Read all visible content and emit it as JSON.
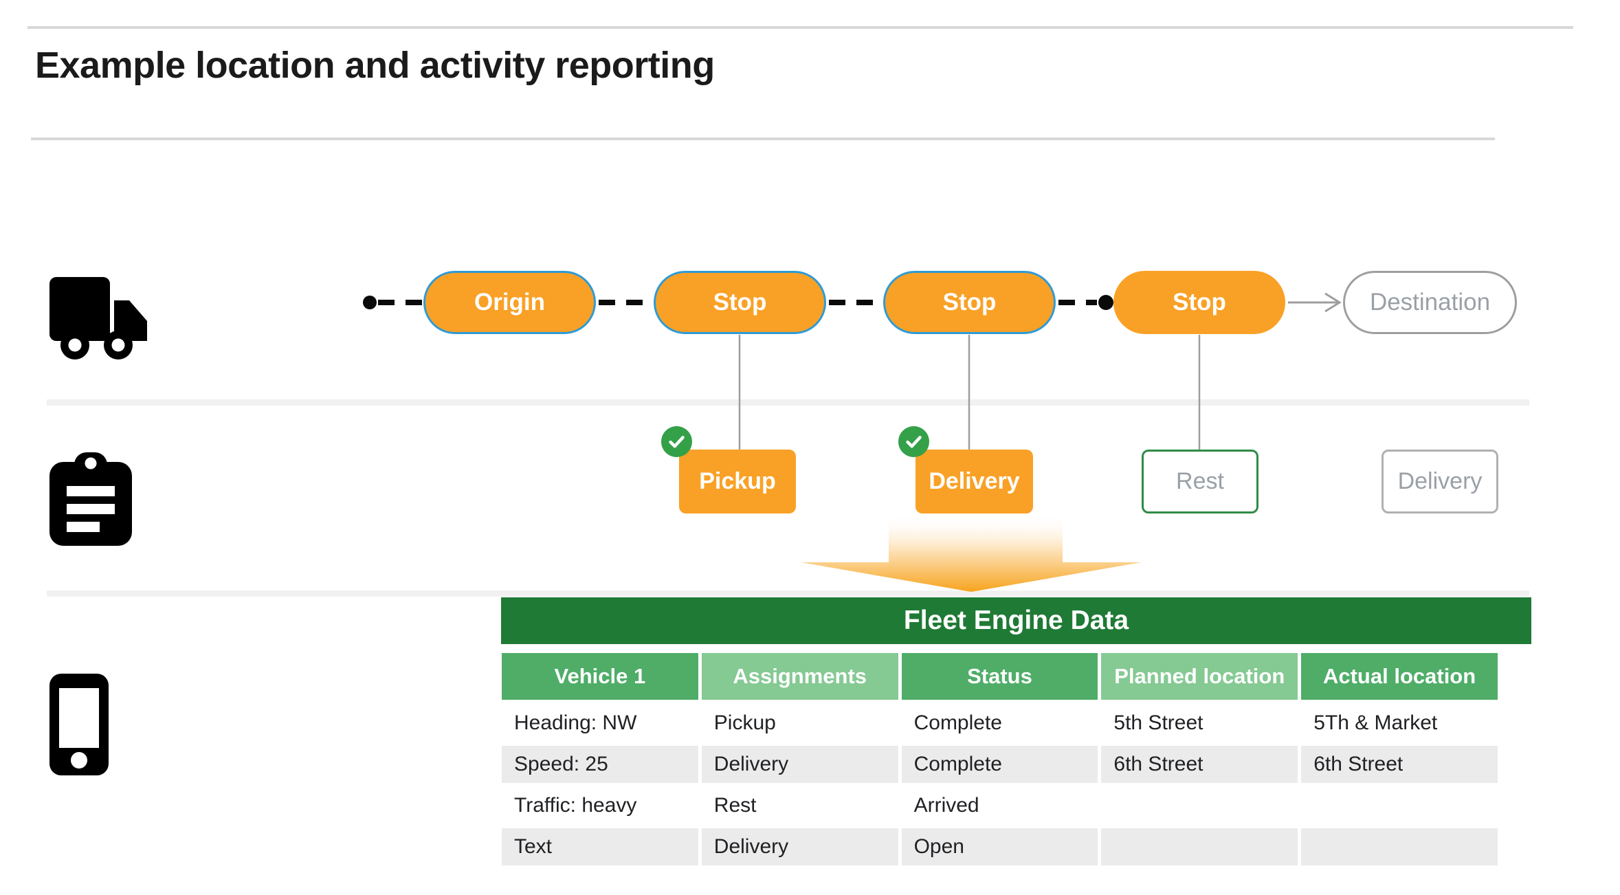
{
  "title": "Example location and activity reporting",
  "route": {
    "nodes": [
      {
        "label": "Origin"
      },
      {
        "label": "Stop"
      },
      {
        "label": "Stop"
      },
      {
        "label": "Stop"
      },
      {
        "label": "Destination"
      }
    ]
  },
  "activities": [
    {
      "label": "Pickup",
      "checked": true
    },
    {
      "label": "Delivery",
      "checked": true
    },
    {
      "label": "Rest",
      "checked": false
    },
    {
      "label": "Delivery",
      "checked": false
    }
  ],
  "table": {
    "title": "Fleet Engine Data",
    "columns": [
      "Vehicle 1",
      "Assignments",
      "Status",
      "Planned location",
      "Actual location"
    ],
    "rows": [
      [
        "Heading: NW",
        "Pickup",
        "Complete",
        "5th Street",
        "5Th & Market"
      ],
      [
        "Speed: 25",
        "Delivery",
        "Complete",
        "6th Street",
        "6th Street"
      ],
      [
        "Traffic: heavy",
        "Rest",
        "Arrived",
        "",
        ""
      ],
      [
        "Text",
        "Delivery",
        "Open",
        "",
        ""
      ]
    ]
  },
  "icons": {
    "truck": "truck-icon",
    "clipboard": "clipboard-icon",
    "phone": "phone-icon"
  },
  "colors": {
    "orange": "#F9A126",
    "pill_border_blue": "#2E9BD6",
    "check_green": "#34A048",
    "rest_border_green": "#2E8B46",
    "banner_green": "#1F7A35",
    "header_green_medium": "#4FAD68",
    "header_green_light": "#85C993",
    "row_gray": "#EBEBEB",
    "muted_text": "#9AA0A6"
  }
}
